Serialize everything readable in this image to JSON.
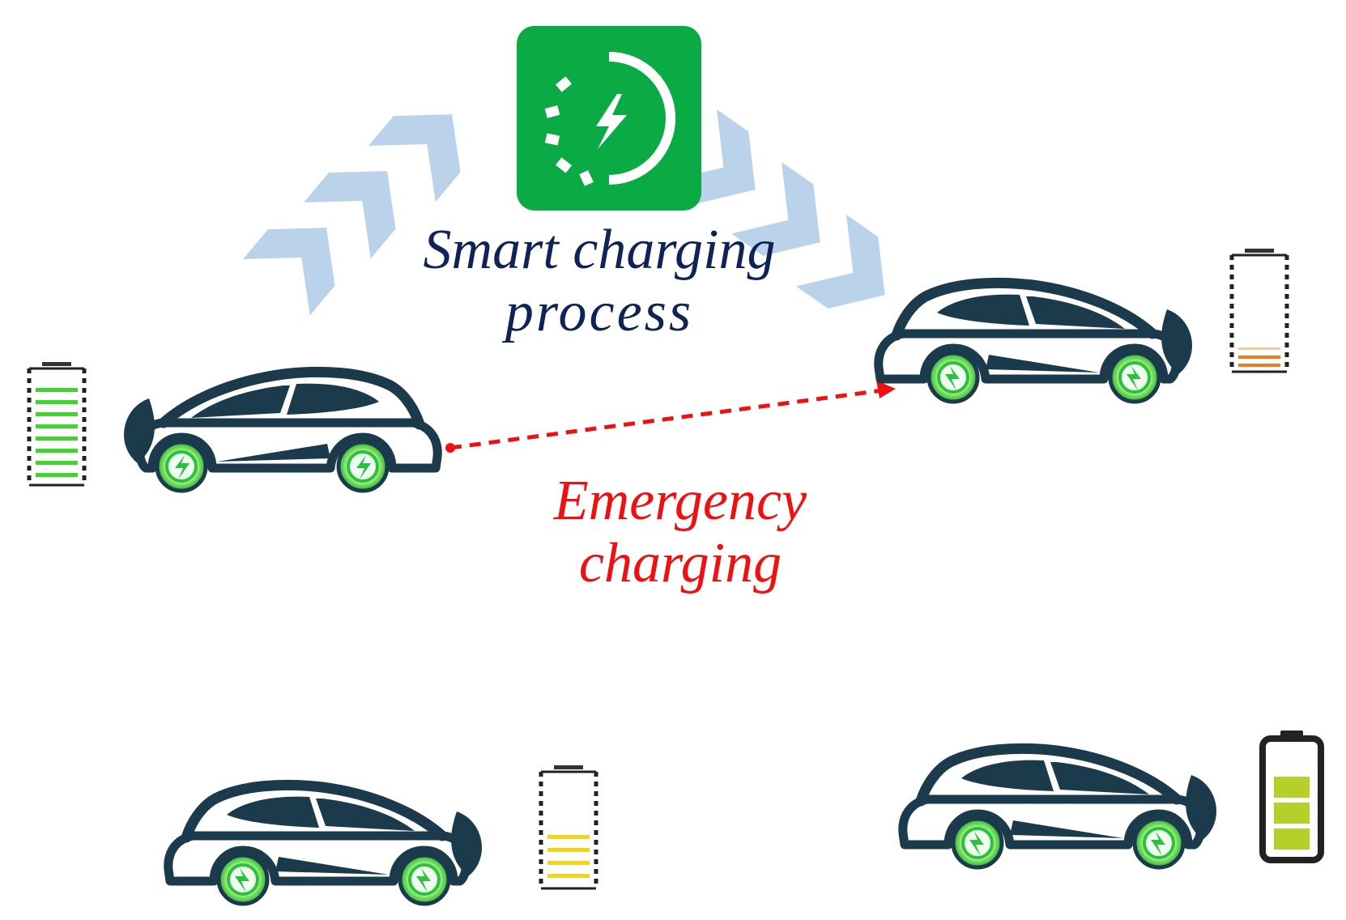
{
  "labels": {
    "smart_line1": "Smart charging",
    "smart_line2": "process",
    "emergency_line1": "Emergency",
    "emergency_line2": "charging"
  },
  "colors": {
    "smart_text": "#0f2356",
    "emergency_text": "#ee1111",
    "charger_bg": "#0aab45",
    "car_body": "#1b3a4b",
    "chevron": "#bad3ea",
    "wheel_green": "#3ed14a",
    "battery_full": "#3fd42e",
    "battery_low": "#f07a1c",
    "battery_mid": "#f4d41a",
    "battery_solid": "#b6cf2a"
  },
  "icons": [
    "charging-station-icon",
    "electric-car-icon",
    "battery-icon",
    "chevron-arrow-icon",
    "lightning-bolt-icon"
  ],
  "batteries": {
    "left_car": 0.9,
    "top_right_car": 0.2,
    "bottom_left_car": 0.35,
    "bottom_right_car": 0.6
  }
}
